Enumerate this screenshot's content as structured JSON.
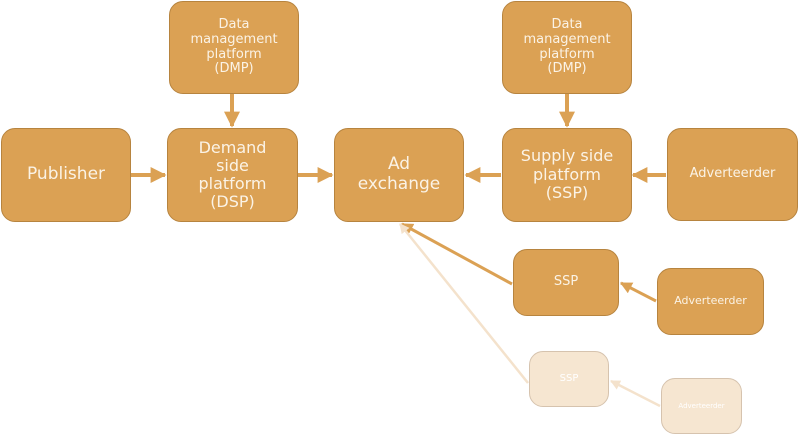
{
  "diagram": {
    "colors": {
      "node_fill": "#dba154",
      "node_border": "#b7843f",
      "node_text": "#fbf3e6",
      "edge": "#dba154",
      "faded_fill": "#f6e6d1",
      "faded_edge": "#f4e2cc"
    },
    "nodes": {
      "dmp_left": "Data management platform (DMP)",
      "dmp_right": "Data management platform (DMP)",
      "publisher": "Publisher",
      "dsp": "Demand side platform (DSP)",
      "ad_exchange": "Ad exchange",
      "ssp_main": "Supply side platform (SSP)",
      "adverteerder_main": "Adverteerder",
      "ssp_2": "SSP",
      "adverteerder_2": "Adverteerder",
      "ssp_3": "SSP",
      "adverteerder_3": "Adverteerder"
    },
    "labels": {
      "dmp_left_lines": [
        "Data",
        "management",
        "platform",
        "(DMP)"
      ],
      "dmp_right_lines": [
        "Data",
        "management",
        "platform",
        "(DMP)"
      ],
      "dsp_lines": [
        "Demand",
        "side",
        "platform",
        "(DSP)"
      ],
      "ad_exchange_lines": [
        "Ad",
        "exchange"
      ],
      "ssp_main_lines": [
        "Supply side",
        "platform",
        "(SSP)"
      ]
    },
    "edges": [
      {
        "from": "dmp_left",
        "to": "dsp"
      },
      {
        "from": "publisher",
        "to": "dsp"
      },
      {
        "from": "dsp",
        "to": "ad_exchange"
      },
      {
        "from": "dmp_right",
        "to": "ssp_main"
      },
      {
        "from": "ssp_main",
        "to": "ad_exchange"
      },
      {
        "from": "adverteerder_main",
        "to": "ssp_main"
      },
      {
        "from": "ssp_2",
        "to": "ad_exchange"
      },
      {
        "from": "adverteerder_2",
        "to": "ssp_2"
      },
      {
        "from": "ssp_3",
        "to": "ad_exchange",
        "faded": true
      },
      {
        "from": "adverteerder_3",
        "to": "ssp_3",
        "faded": true
      }
    ]
  }
}
